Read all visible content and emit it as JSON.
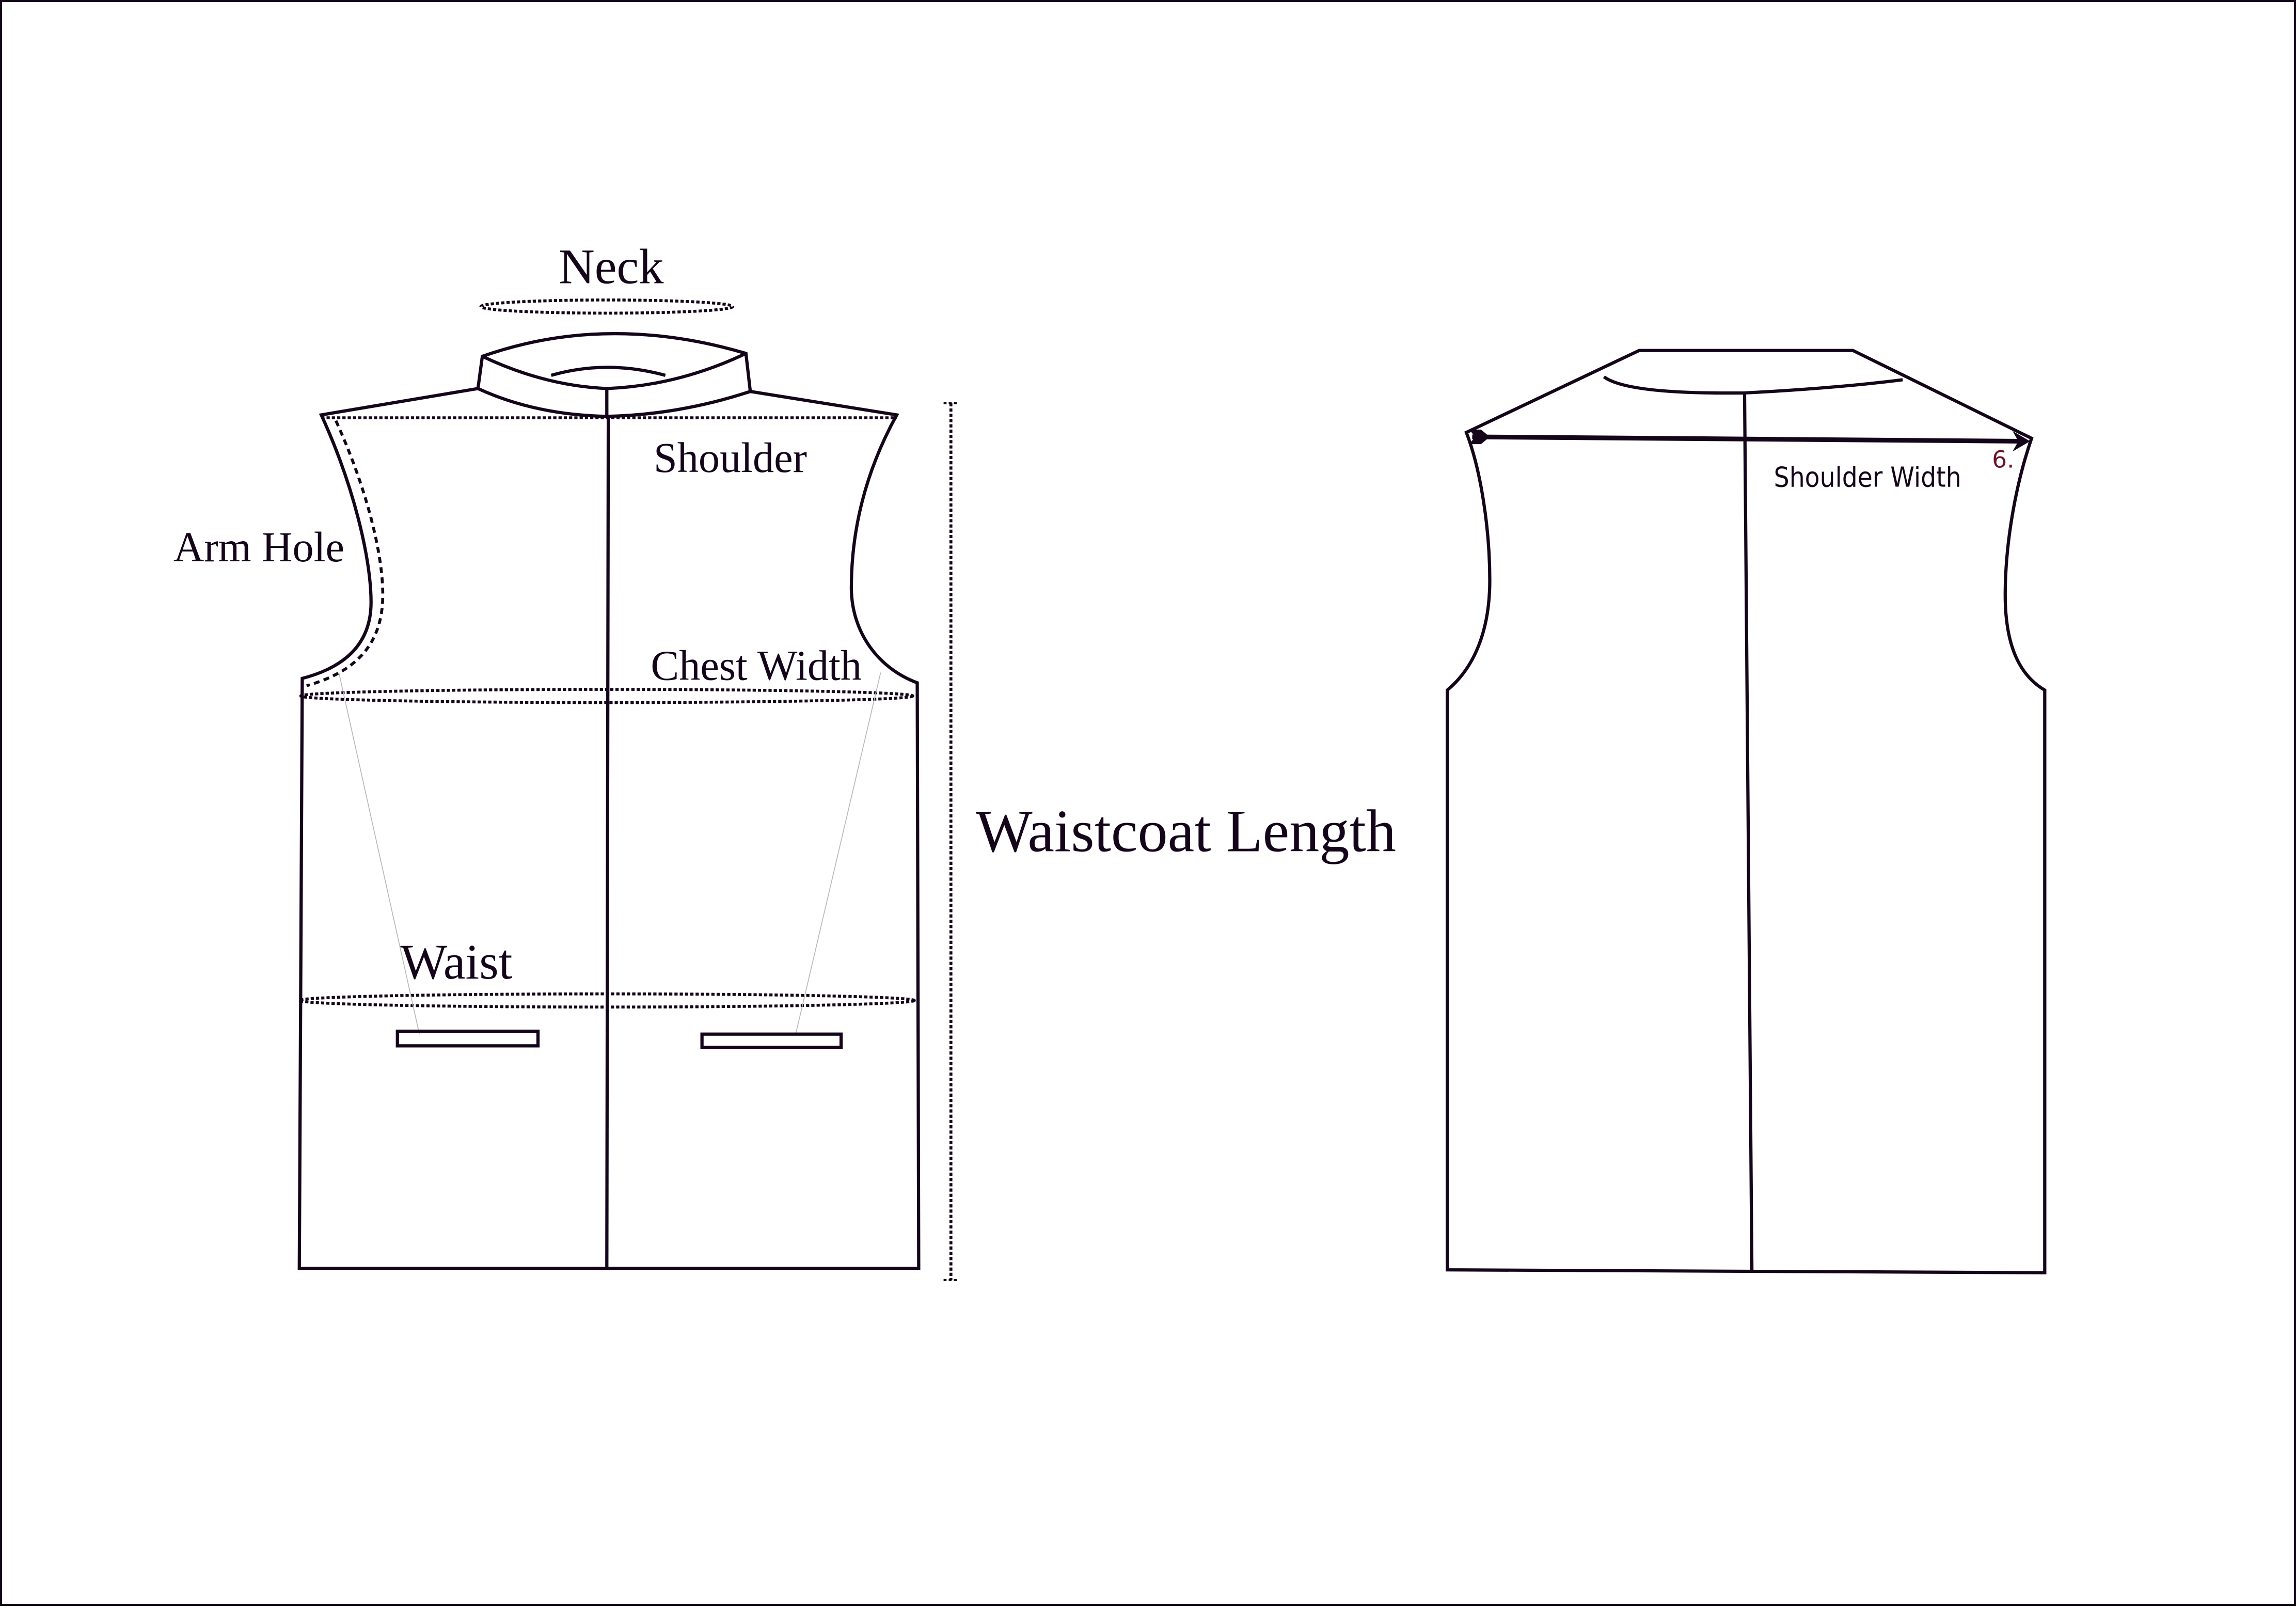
{
  "front_view": {
    "labels": {
      "neck": "Neck",
      "shoulder": "Shoulder",
      "arm_hole": "Arm Hole",
      "chest_width": "Chest Width",
      "waist": "Waist",
      "waistcoat_length": "Waistcoat Length"
    }
  },
  "back_view": {
    "labels": {
      "shoulder_width": "Shoulder Width",
      "step_number": "6."
    },
    "step_number_color": "#6b1226"
  },
  "colors": {
    "line": "#14051a",
    "background": "#ffffff",
    "guide": "#b9b9b9"
  }
}
